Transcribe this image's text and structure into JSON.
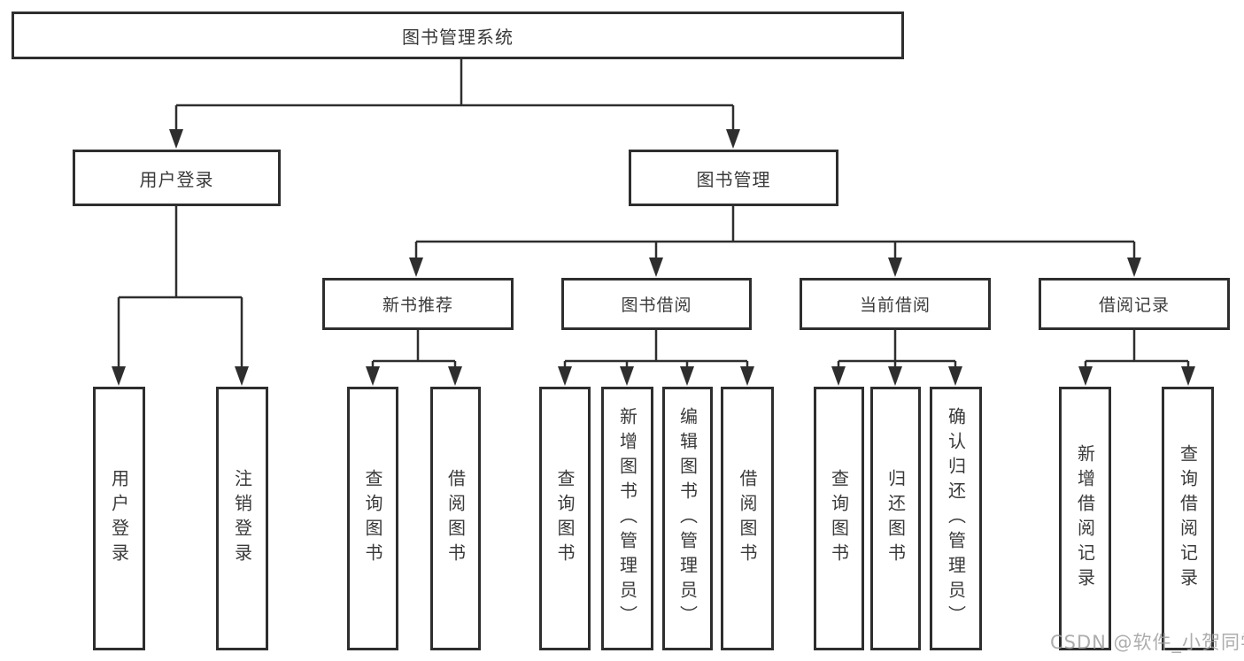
{
  "diagram": {
    "root": "图书管理系统",
    "branches": [
      {
        "label": "用户登录",
        "children": [
          "用户登录",
          "注销登录"
        ]
      },
      {
        "label": "图书管理",
        "sections": [
          {
            "label": "新书推荐",
            "children": [
              "查询图书",
              "借阅图书"
            ]
          },
          {
            "label": "图书借阅",
            "children": [
              "查询图书",
              "新增图书（管理员）",
              "编辑图书（管理员）",
              "借阅图书"
            ]
          },
          {
            "label": "当前借阅",
            "children": [
              "查询图书",
              "归还图书",
              "确认归还（管理员）"
            ]
          },
          {
            "label": "借阅记录",
            "children": [
              "新增借阅记录",
              "查询借阅记录"
            ]
          }
        ]
      }
    ],
    "colors": {
      "line": "#2e2e2e",
      "box_border": "#2e2e2e",
      "text": "#3a3a3a",
      "watermark": "#9f9f9f",
      "background": "#ffffff"
    },
    "watermark": "CSDN @软件_小贺同学"
  }
}
